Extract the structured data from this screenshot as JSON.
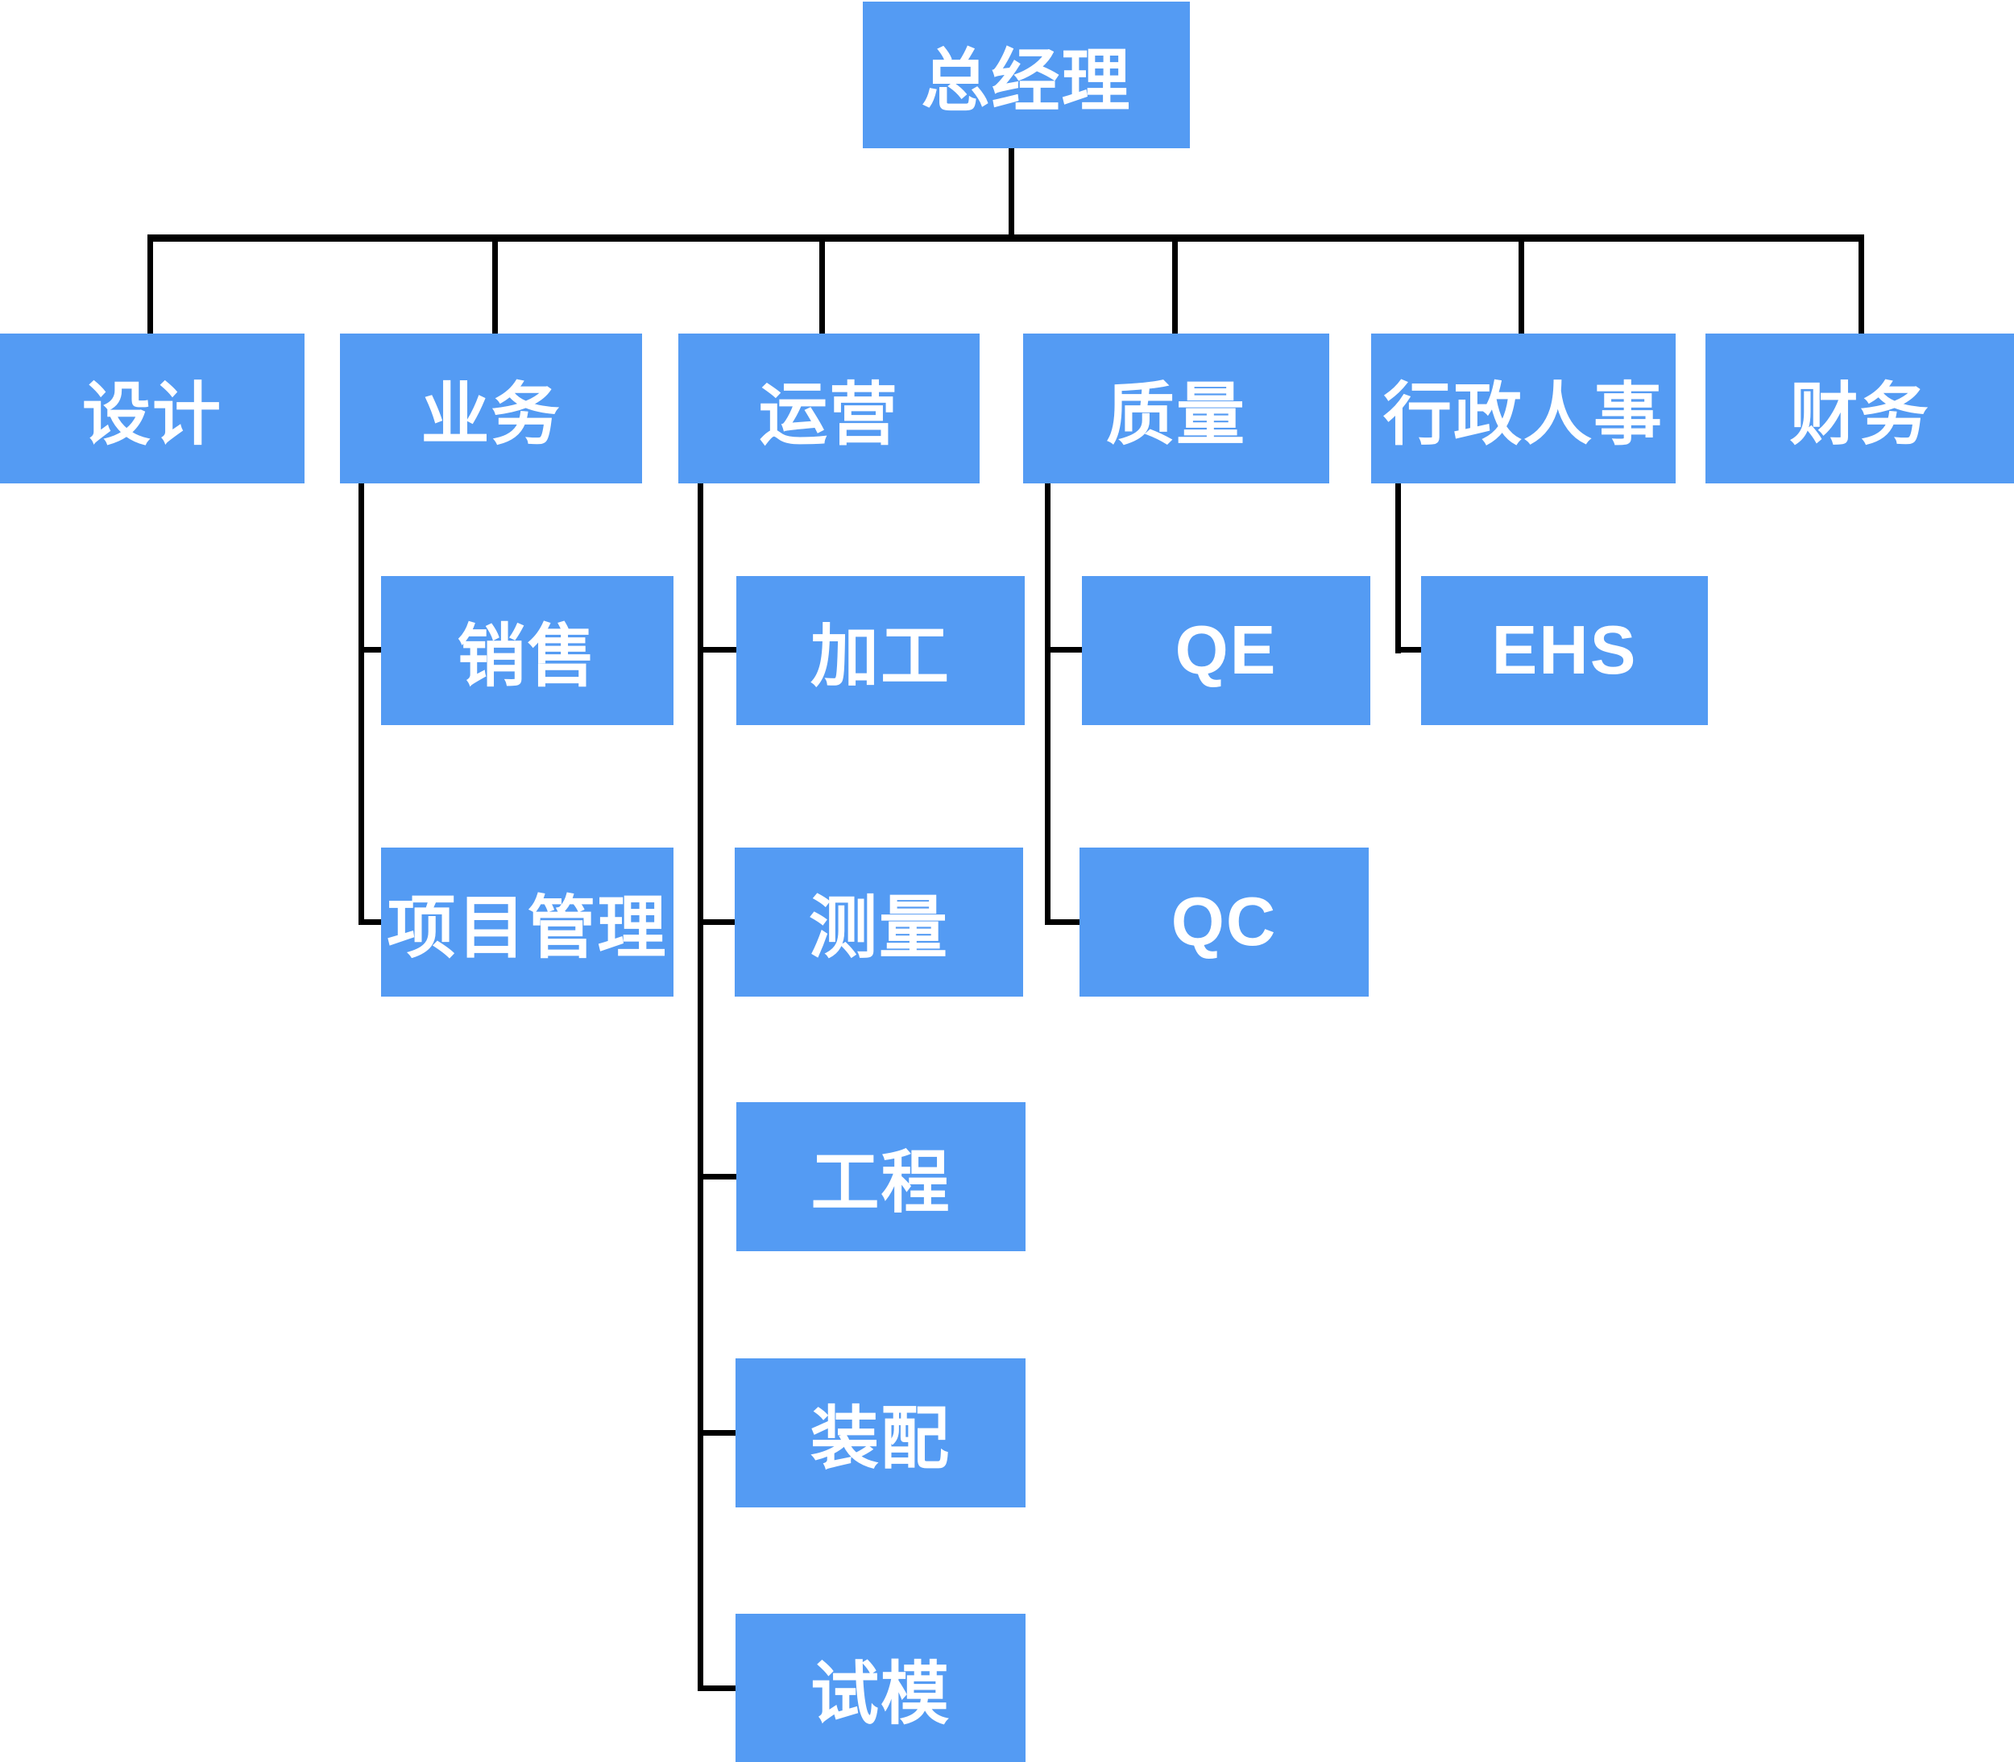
{
  "diagram_type": "organization-chart",
  "colors": {
    "node_fill": "#549bf3",
    "node_text": "#ffffff",
    "connector": "#000000",
    "background": "#ffffff"
  },
  "nodes": {
    "gm": {
      "label": "总经理"
    },
    "design": {
      "label": "设计"
    },
    "business": {
      "label": "业务"
    },
    "operations": {
      "label": "运营"
    },
    "quality": {
      "label": "质量"
    },
    "admin_hr": {
      "label": "行政人事"
    },
    "finance": {
      "label": "财务"
    },
    "sales": {
      "label": "销售"
    },
    "project_mgmt": {
      "label": "项目管理"
    },
    "machining": {
      "label": "加工"
    },
    "measurement": {
      "label": "测量"
    },
    "engineering": {
      "label": "工程"
    },
    "assembly": {
      "label": "装配"
    },
    "mold_trial": {
      "label": "试模"
    },
    "qe": {
      "label": "QE"
    },
    "qc": {
      "label": "QC"
    },
    "ehs": {
      "label": "EHS"
    }
  },
  "hierarchy": {
    "总经理": [
      "设计",
      "业务",
      "运营",
      "质量",
      "行政人事",
      "财务"
    ],
    "业务": [
      "销售",
      "项目管理"
    ],
    "运营": [
      "加工",
      "测量",
      "工程",
      "装配",
      "试模"
    ],
    "质量": [
      "QE",
      "QC"
    ],
    "行政人事": [
      "EHS"
    ]
  }
}
